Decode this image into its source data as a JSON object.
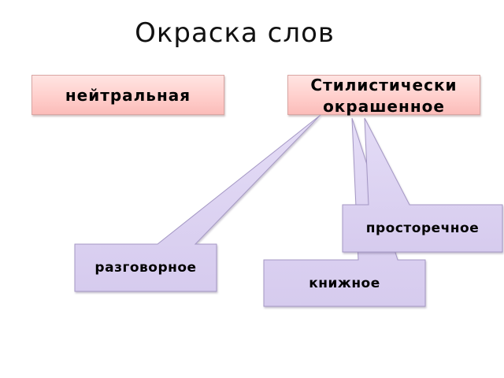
{
  "title": "Окраска слов",
  "top_nodes": {
    "neutral": {
      "label": "нейтральная"
    },
    "stylistic": {
      "label_line1": "Стилистически",
      "label_line2": "окрашенное"
    }
  },
  "callouts": [
    {
      "id": "colloquial",
      "label": "разговорное",
      "points_to": "stylistic"
    },
    {
      "id": "bookish",
      "label": "книжное",
      "points_to": "stylistic"
    },
    {
      "id": "vernacular",
      "label": "просторечное",
      "points_to": "stylistic"
    }
  ],
  "colors": {
    "pink_fill_top": "#ffe4e2",
    "pink_fill_bottom": "#fbbcb9",
    "pink_border": "#d9a6a3",
    "lavender_fill": "#ddd3f2",
    "lavender_border": "#a497c4",
    "text": "#000000"
  }
}
